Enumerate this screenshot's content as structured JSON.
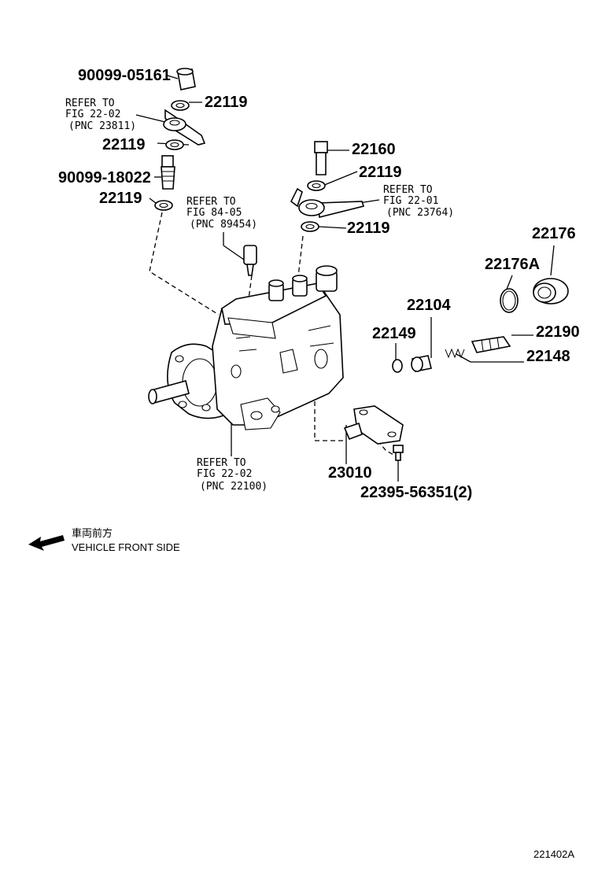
{
  "labels": {
    "p90099_05161": "90099-05161",
    "p22119_a": "22119",
    "p22119_b": "22119",
    "p22119_c": "22119",
    "p22119_d": "22119",
    "p22119_e": "22119",
    "p90099_18022": "90099-18022",
    "p22160": "22160",
    "p22176": "22176",
    "p22176A": "22176A",
    "p22104": "22104",
    "p22149": "22149",
    "p22190": "22190",
    "p22148": "22148",
    "p23010": "23010",
    "p22395": "22395-56351(2)"
  },
  "refs": {
    "ref1": {
      "line1": "REFER TO",
      "line2": "FIG 22-02",
      "line3": "(PNC 23811)"
    },
    "ref2": {
      "line1": "REFER TO",
      "line2": "FIG 84-05",
      "line3": "(PNC 89454)"
    },
    "ref3": {
      "line1": "REFER TO",
      "line2": "FIG 22-01",
      "line3": "(PNC 23764)"
    },
    "ref4": {
      "line1": "REFER TO",
      "line2": "FIG 22-02",
      "line3": "(PNC 22100)"
    }
  },
  "front_side": {
    "jp": "車両前方",
    "en": "VEHICLE FRONT SIDE"
  },
  "figure_id": "221402A",
  "icons": [
    "front-direction-arrow-icon"
  ]
}
